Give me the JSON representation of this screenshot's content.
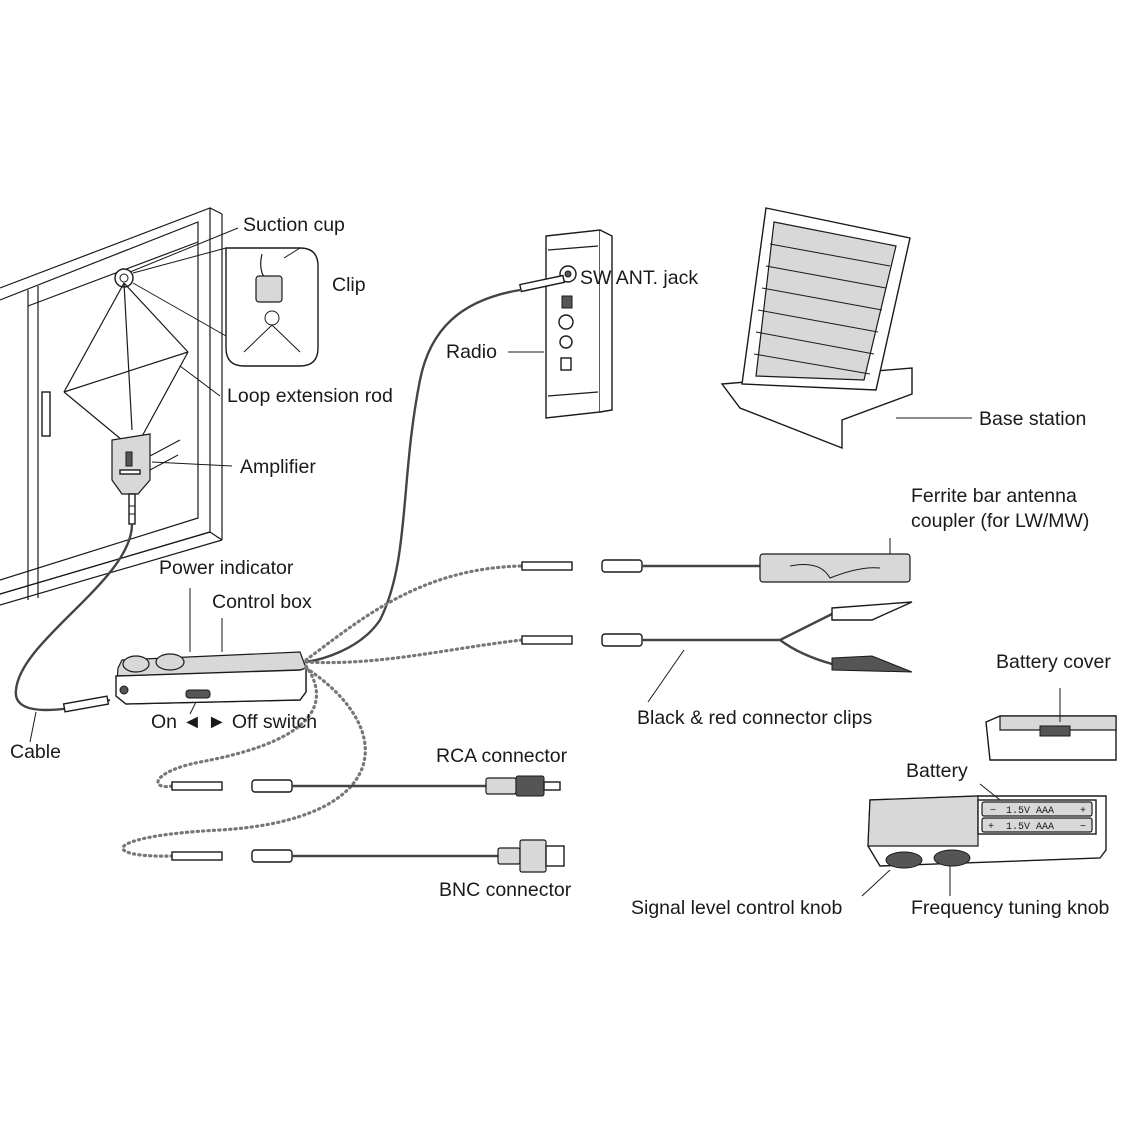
{
  "labels": {
    "suction_cup": "Suction cup",
    "clip": "Clip",
    "loop_extension_rod": "Loop extension rod",
    "amplifier": "Amplifier",
    "power_indicator": "Power indicator",
    "control_box": "Control box",
    "on_off_switch": "On ◄ ► Off switch",
    "cable": "Cable",
    "sw_ant_jack": "SW ANT. jack",
    "radio": "Radio",
    "base_station": "Base station",
    "ferrite_line1": "Ferrite bar antenna",
    "ferrite_line2": "coupler (for LW/MW)",
    "connector_clips": "Black & red connector clips",
    "rca_connector": "RCA connector",
    "bnc_connector": "BNC connector",
    "battery_cover": "Battery cover",
    "battery": "Battery",
    "signal_knob": "Signal level control knob",
    "frequency_knob": "Frequency tuning knob"
  },
  "battery_markings": {
    "cell1_minus": "−",
    "cell1_text": "1.5V   AAA",
    "cell1_plus": "+",
    "cell2_plus": "+",
    "cell2_text": "1.5V   AAA",
    "cell2_minus": "−"
  }
}
